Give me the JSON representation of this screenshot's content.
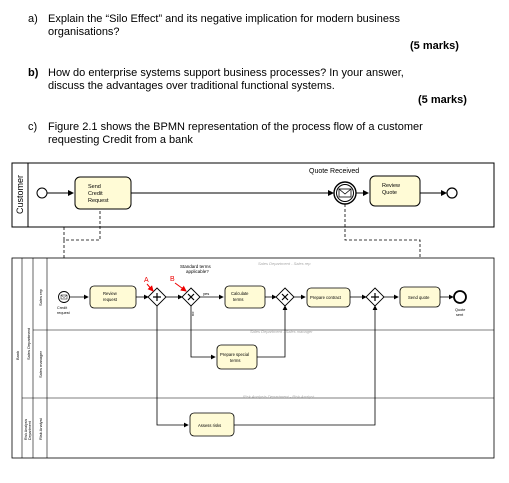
{
  "questions": [
    {
      "num": "a)",
      "line1": "Explain the “Silo Effect” and its negative implication for modern business",
      "line2": "organisations?",
      "marks": "(5 marks)"
    },
    {
      "num": "b)",
      "line1": "How do enterprise systems support business processes? In your answer,",
      "line2": "discuss the advantages over traditional functional systems.",
      "marks": "(5 marks)"
    },
    {
      "num": "c)",
      "line1": "Figure 2.1 shows the BPMN representation of the process flow of a customer",
      "line2": "requesting Credit from a bank",
      "marks": ""
    }
  ],
  "diagram": {
    "customer_pool": "Customer",
    "send_credit_request": [
      "Send",
      "Credit",
      "Request"
    ],
    "quote_received": "Quote Received",
    "review_quote": [
      "Review",
      "Quote"
    ],
    "bank_pool": "Bank",
    "sales_department": "Sales Department",
    "risk_analysis_department": [
      "Risk Analysis",
      "Department"
    ],
    "sales_rep": "Sales rep",
    "sales_manager": "Sales manager",
    "risk_analyst": "Risk Analyst",
    "credit_request": [
      "Credit",
      "request"
    ],
    "review_request": [
      "Review",
      "request"
    ],
    "standard_terms": [
      "Standard terms",
      "applicable?"
    ],
    "label_a": "A",
    "label_b": "B",
    "yes": "yes",
    "no": "no",
    "calculate_terms": [
      "Calculate",
      "terms"
    ],
    "prepare_contract": "Prepare contract",
    "send_quote": "Send quote",
    "quote_sent": [
      "Quote",
      "sent"
    ],
    "prepare_special_terms": [
      "Prepare special",
      "terms"
    ],
    "assess_risks": "Assess risks",
    "watermark_sales_rep": "Sales Department - Sales rep",
    "watermark_sales_manager": "Sales Department - Sales manager",
    "watermark_risk": "Risk Analysis Department - Risk Analyst"
  }
}
